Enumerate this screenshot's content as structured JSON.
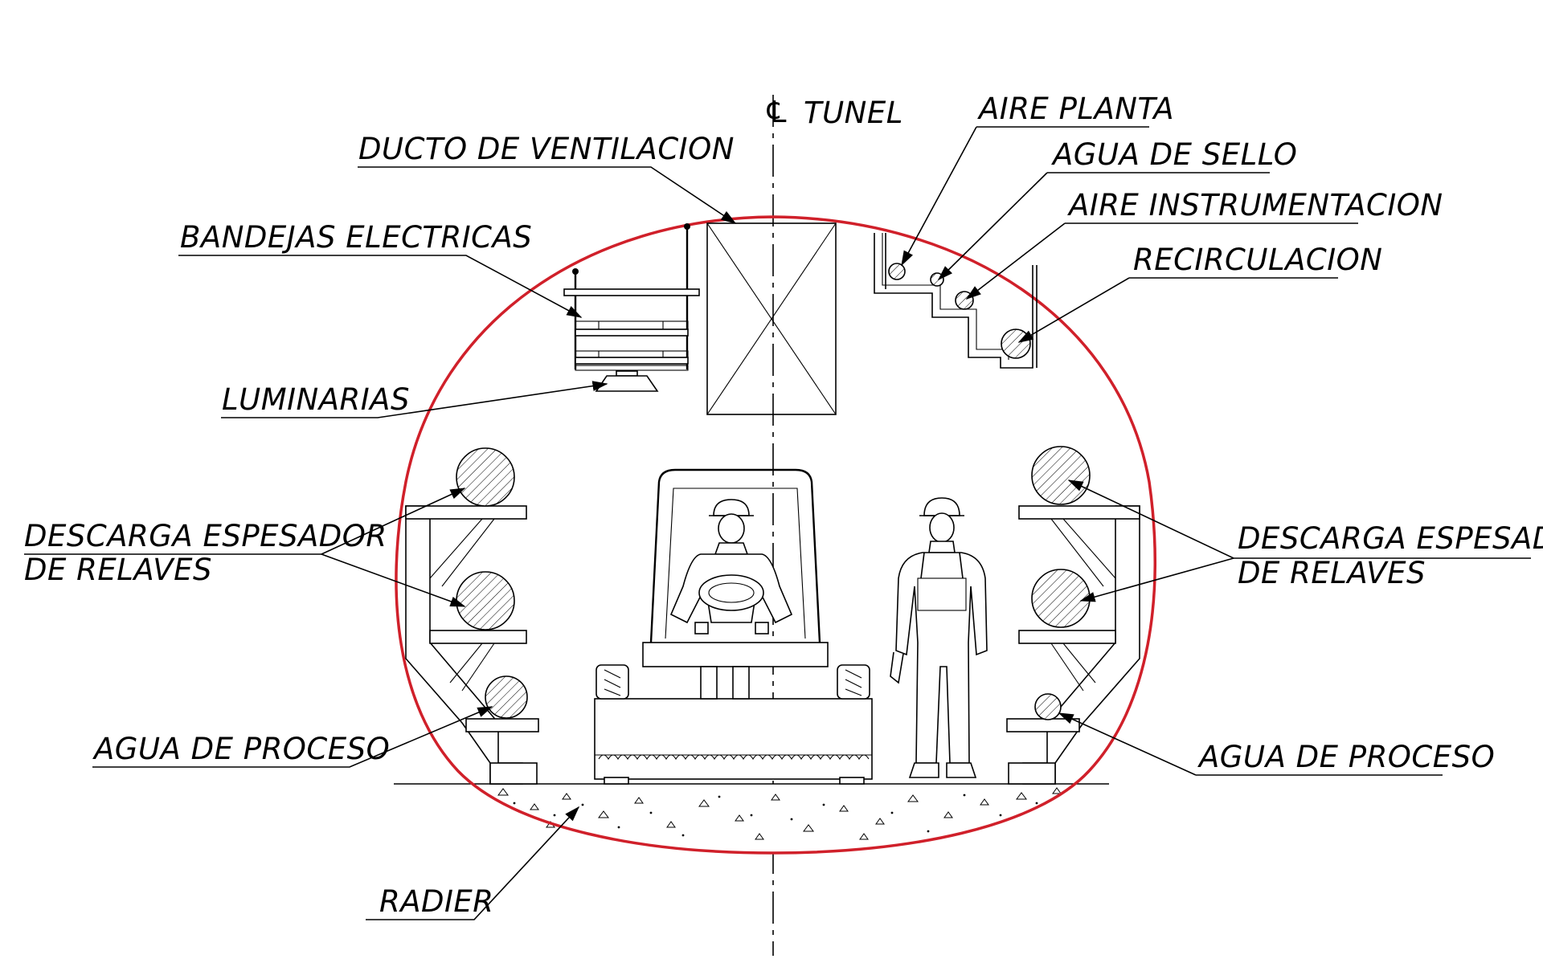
{
  "labels": {
    "tunel": "TUNEL",
    "centerline_symbol": "℄",
    "ducto": "DUCTO DE VENTILACION",
    "bandejas": "BANDEJAS ELECTRICAS",
    "luminarias": "LUMINARIAS",
    "aire_planta": "AIRE PLANTA",
    "agua_sello": "AGUA DE SELLO",
    "aire_instr": "AIRE INSTRUMENTACION",
    "recirculacion": "RECIRCULACION",
    "descarga_left_1": "DESCARGA ESPESADOR",
    "descarga_left_2": "DE RELAVES",
    "descarga_right_1": "DESCARGA ESPESADOR",
    "descarga_right_2": "DE RELAVES",
    "agua_proceso_left": "AGUA DE PROCESO",
    "agua_proceso_right": "AGUA DE PROCESO",
    "radier": "RADIER"
  },
  "colors": {
    "tunnel_outline": "#d0202a",
    "linework": "#000000",
    "background": "#ffffff"
  }
}
